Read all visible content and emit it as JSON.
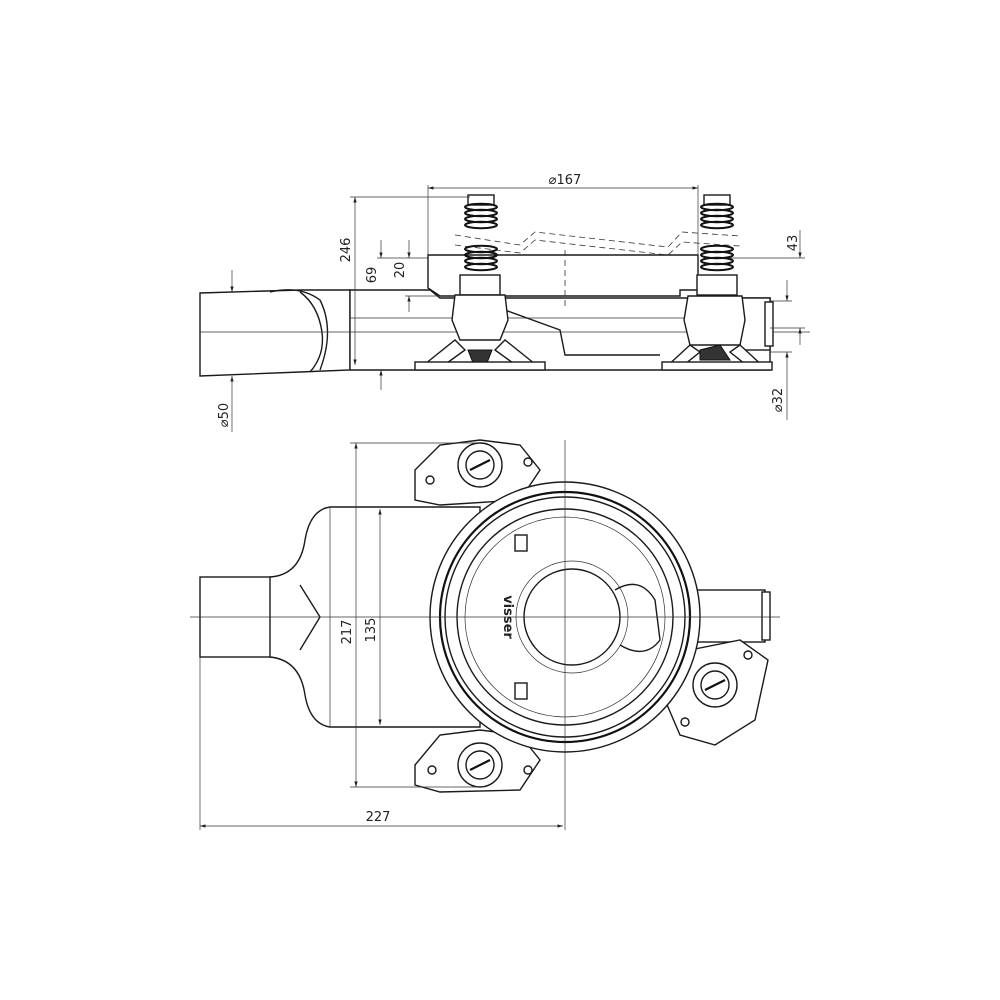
{
  "side_view": {
    "dimensions": {
      "top_diameter": "⌀167",
      "total_height": "246",
      "height_69": "69",
      "height_20": "20",
      "height_43": "43",
      "outlet_diameter": "⌀32",
      "inlet_diameter": "⌀50"
    }
  },
  "top_view": {
    "dimensions": {
      "width_217": "217",
      "width_135": "135",
      "length_227": "227"
    },
    "logo_text": "visser"
  }
}
